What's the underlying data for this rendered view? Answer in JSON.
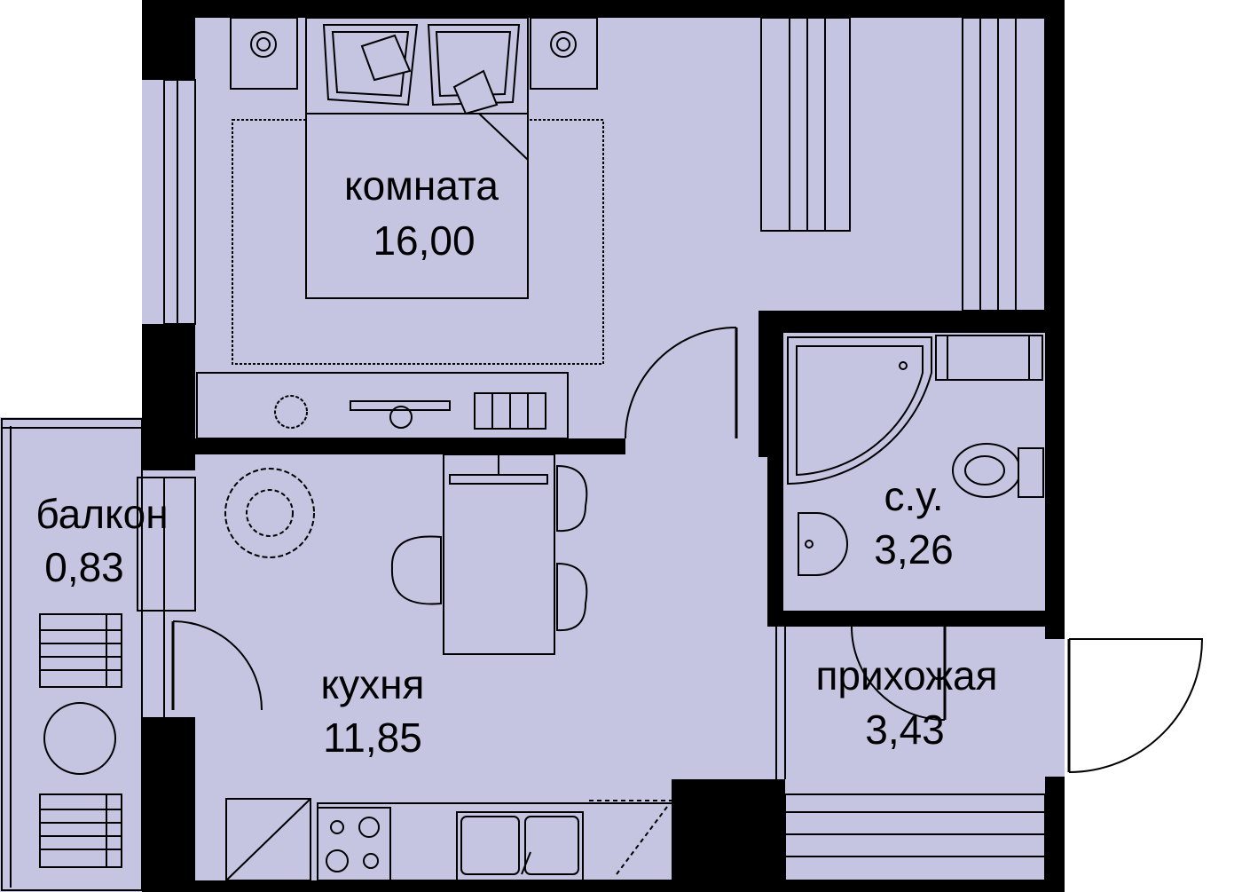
{
  "colors": {
    "floor": "#c5c5e2",
    "wall": "#000000",
    "background": "#ffffff"
  },
  "rooms": {
    "room": {
      "name": "комната",
      "area": "16,00"
    },
    "kitchen": {
      "name": "кухня",
      "area": "11,85"
    },
    "bathroom": {
      "name": "с.у.",
      "area": "3,26"
    },
    "hallway": {
      "name": "прихожая",
      "area": "3,43"
    },
    "balcony": {
      "name": "балкон",
      "area": "0,83"
    }
  }
}
